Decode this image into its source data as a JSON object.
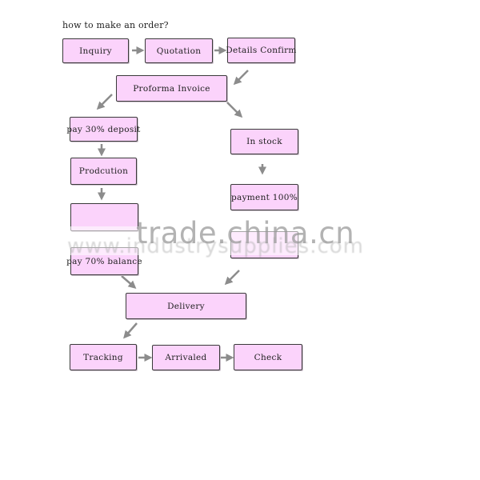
{
  "title": "how to make an order?",
  "nodes": {
    "inquiry": "Inquiry",
    "quotation": "Quotation",
    "details_confirm": "Details Confirm",
    "proforma_invoice": "Proforma Invoice",
    "pay_deposit": "pay 30% deposit",
    "production": "Prodcution",
    "hidden_step": "",
    "pay_balance": "pay 70% balance",
    "in_stock": "In stock",
    "payment_full": "payment 100%",
    "hidden_step_right": "",
    "delivery": "Delivery",
    "tracking": "Tracking",
    "arrivaled": "Arrivaled",
    "check": "Check"
  },
  "watermark": {
    "main": "trade.china.cn",
    "sub": "www.industrysupplies.com"
  },
  "colors": {
    "node_fill": "#fbd3fb",
    "node_border": "#3a3a3a",
    "arrow": "#8c8c8c"
  }
}
